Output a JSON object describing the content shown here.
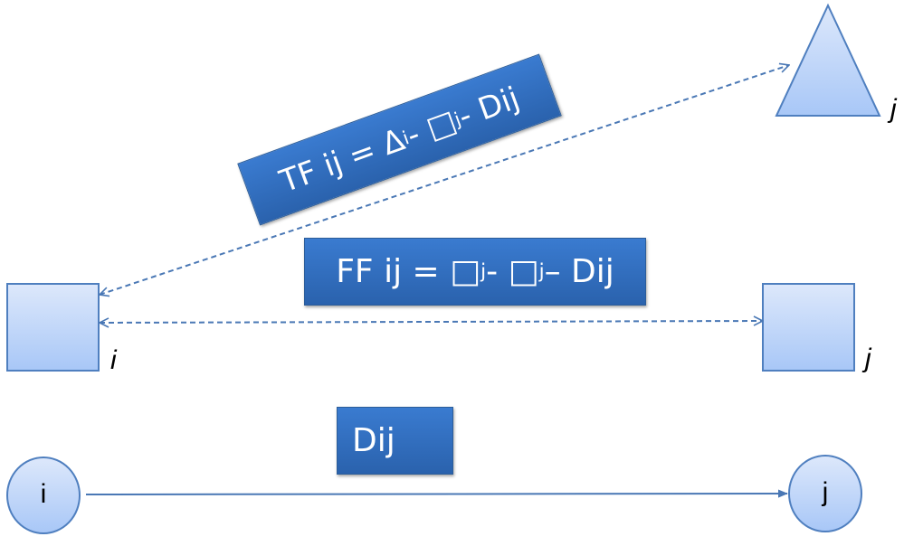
{
  "formulas": {
    "total_float": {
      "prefix": "TF ij = Δ",
      "sub1": "i",
      "mid": " - □",
      "sub2": "j",
      "suffix": " - Dij"
    },
    "free_float": {
      "prefix": "FF ij = □",
      "sub1": "j",
      "mid": " - □",
      "sub2": "j",
      "suffix": " – Dij"
    },
    "duration": "Dij"
  },
  "nodes": {
    "left_square_label": "i",
    "right_square_label": "j",
    "triangle_label": "j",
    "left_circle_text": "i",
    "right_circle_text": "j"
  },
  "colors": {
    "shape_fill_top": "#dce8fb",
    "shape_fill_bottom": "#a9c8f6",
    "shape_stroke": "#4f7fbf",
    "box_fill": "#3a74c4",
    "arrow": "#4a78b5"
  }
}
